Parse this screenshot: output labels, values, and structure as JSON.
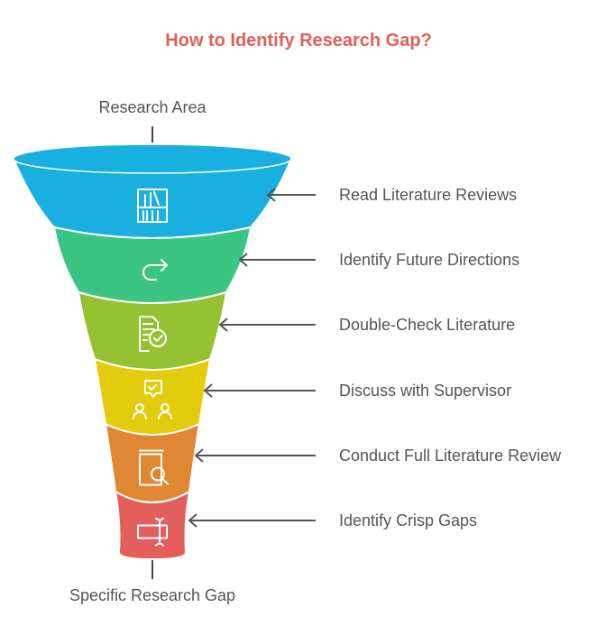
{
  "title": "How to Identify Research Gap?",
  "top_label": "Research Area",
  "bottom_label": "Specific Research Gap",
  "stages": [
    {
      "label": "Read Literature Reviews",
      "icon": "bookshelf-icon",
      "color": "#19b0e0"
    },
    {
      "label": "Identify Future Directions",
      "icon": "redo-arrow-icon",
      "color": "#3cc482"
    },
    {
      "label": "Double-Check Literature",
      "icon": "document-check-icon",
      "color": "#94c232"
    },
    {
      "label": "Discuss with Supervisor",
      "icon": "people-discussion-icon",
      "color": "#e3cc0c"
    },
    {
      "label": "Conduct Full Literature Review",
      "icon": "book-search-icon",
      "color": "#e08733"
    },
    {
      "label": "Identify Crisp Gaps",
      "icon": "gap-icon",
      "color": "#e35f5c"
    }
  ]
}
